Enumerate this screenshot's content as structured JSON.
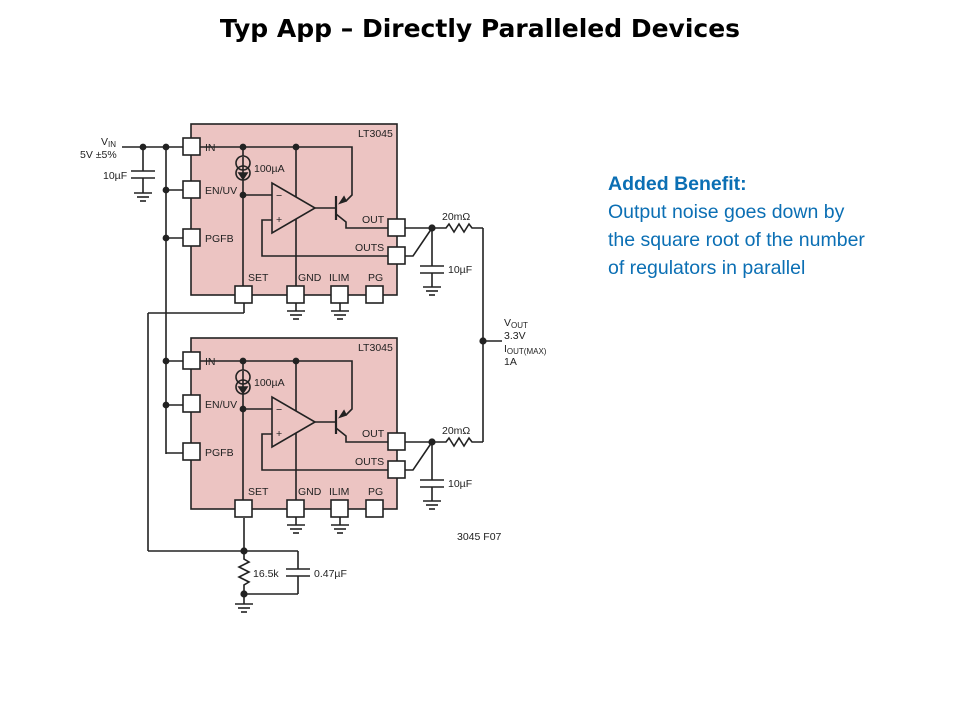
{
  "slide": {
    "title": "Typ App – Directly Paralleled Devices",
    "benefit": {
      "heading": "Added Benefit:",
      "lines": [
        "Output noise goes down by",
        "the square root of the number",
        "of regulators in parallel"
      ],
      "color": "#0b6fb4"
    }
  },
  "schematic": {
    "ic_fill": "#ecc4c2",
    "vin": {
      "label": "V",
      "sub": "IN",
      "value": "5V ±5%",
      "cap": "10µF"
    },
    "regulators": [
      {
        "part": "LT3045",
        "current_source": "100µA",
        "pins": {
          "in": "IN",
          "en": "EN/UV",
          "pgfb": "PGFB",
          "set": "SET",
          "gnd": "GND",
          "ilim": "ILIM",
          "pg": "PG",
          "out": "OUT",
          "outs": "OUTS"
        },
        "ballast": "20mΩ",
        "out_cap": "10µF"
      },
      {
        "part": "LT3045",
        "current_source": "100µA",
        "pins": {
          "in": "IN",
          "en": "EN/UV",
          "pgfb": "PGFB",
          "set": "SET",
          "gnd": "GND",
          "ilim": "ILIM",
          "pg": "PG",
          "out": "OUT",
          "outs": "OUTS"
        },
        "ballast": "20mΩ",
        "out_cap": "10µF"
      }
    ],
    "vout": {
      "label": "V",
      "sub": "OUT",
      "value": "3.3V",
      "imax_label": "I",
      "imax_sub": "OUT(MAX)",
      "imax_value": "1A"
    },
    "set_resistor": "16.5k",
    "set_cap": "0.47µF",
    "figure_id": "3045 F07"
  }
}
